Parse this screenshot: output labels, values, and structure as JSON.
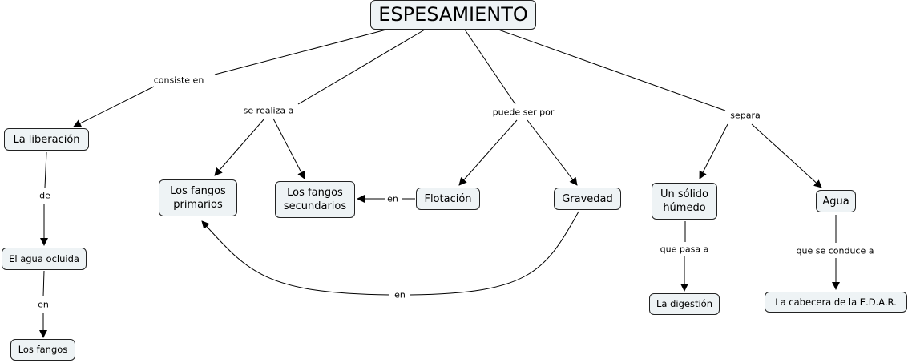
{
  "root": "ESPESAMIENTO",
  "concepts": {
    "liberacion": "La liberación",
    "agua_ocluida": "El agua ocluida",
    "fangos": "Los fangos",
    "primarios": "Los fangos\nprimarios",
    "secundarios": "Los fangos\nsecundarios",
    "flotacion": "Flotación",
    "gravedad": "Gravedad",
    "solido": "Un sólido\nhúmedo",
    "agua": "Agua",
    "digestion": "La digestión",
    "cabecera": "La cabecera de la E.D.A.R."
  },
  "links": {
    "consiste": "consiste en",
    "realiza": "se realiza a",
    "puede": "puede ser por",
    "separa": "separa",
    "de": "de",
    "en1": "en",
    "en2": "en",
    "en3": "en",
    "pasa": "que pasa a",
    "conduce": "que se conduce a"
  }
}
